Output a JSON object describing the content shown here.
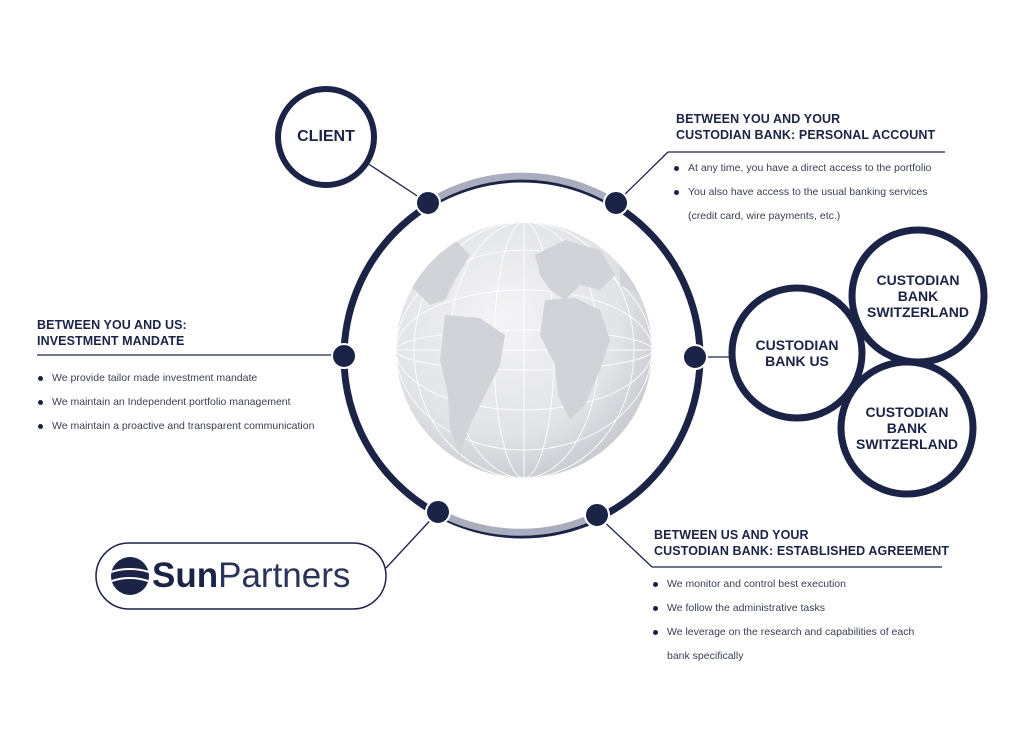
{
  "client": {
    "label": "CLIENT"
  },
  "personal_account": {
    "heading": [
      "BETWEEN YOU AND YOUR",
      "CUSTODIAN BANK: PERSONAL ACCOUNT"
    ],
    "bullets": [
      "At any time, you have a direct access to the portfolio",
      "You also have access to the usual banking services (credit card, wire payments, etc.)"
    ]
  },
  "investment_mandate": {
    "heading": [
      "BETWEEN YOU AND US:",
      "INVESTMENT MANDATE"
    ],
    "bullets": [
      "We provide tailor made investment mandate",
      "We maintain an Independent portfolio management",
      "We maintain a proactive and transparent communication"
    ]
  },
  "custodians": {
    "us": [
      "CUSTODIAN",
      "BANK US"
    ],
    "switzerland_top": [
      "CUSTODIAN",
      "BANK",
      "SWITZERLAND"
    ],
    "switzerland_bottom": [
      "CUSTODIAN",
      "BANK",
      "SWITZERLAND"
    ]
  },
  "established_agreement": {
    "heading": [
      "BETWEEN US AND YOUR",
      "CUSTODIAN BANK: ESTABLISHED AGREEMENT"
    ],
    "bullets": [
      "We monitor and control best execution",
      "We follow the administrative tasks",
      "We leverage on the research and capabilities of each bank specifically"
    ]
  },
  "logo": {
    "strong": "Sun",
    "light": "Partners"
  },
  "colors": {
    "navy": "#1b2446",
    "ring_light": "#a9adbd",
    "globe": "#e3e4e8"
  },
  "icons": [
    "globe-icon",
    "sunpartners-logo-icon"
  ]
}
